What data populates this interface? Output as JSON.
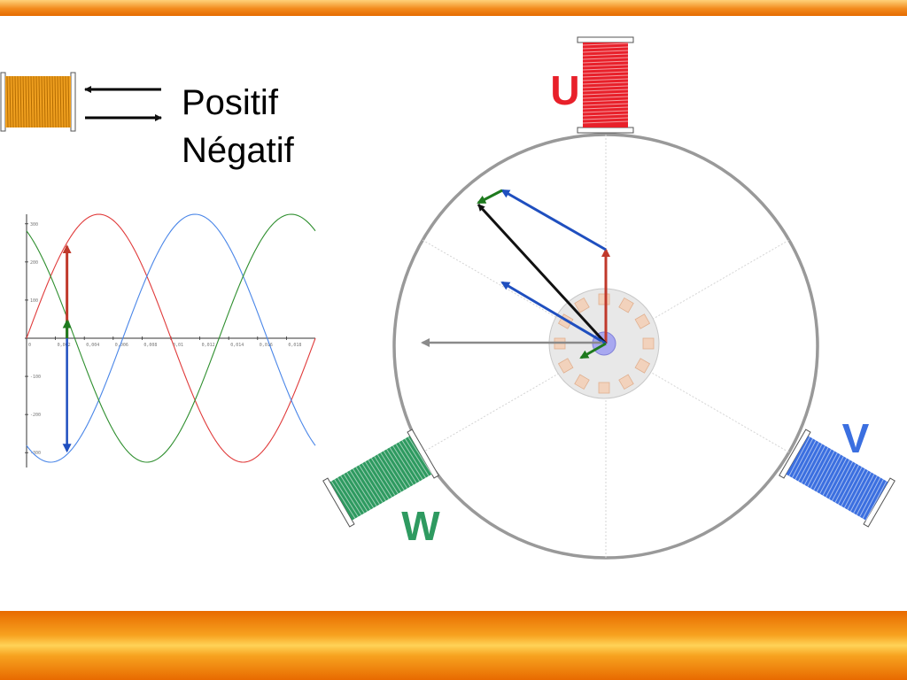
{
  "legend": {
    "positive_label": "Positif",
    "negative_label": "Négatif"
  },
  "coils": {
    "u": {
      "label": "U",
      "color": "#e8202a"
    },
    "v": {
      "label": "V",
      "color": "#3b6fe0"
    },
    "w": {
      "label": "W",
      "color": "#2e9a60"
    }
  },
  "legend_coil_color": "#f0a020",
  "chart_data": {
    "type": "line",
    "x_ticks": [
      "0",
      "0,002",
      "0,004",
      "0,006",
      "0,008",
      "0,01",
      "0,012",
      "0,014",
      "0,016",
      "0,018"
    ],
    "y_ticks": [
      "300",
      "200",
      "100",
      "-100",
      "-200",
      "-300"
    ],
    "xlim": [
      0,
      0.02
    ],
    "ylim": [
      -325,
      325
    ],
    "series": [
      {
        "color": "#e03a3a",
        "amplitude": 325,
        "phase_deg": 0,
        "frequency_hz": 50
      },
      {
        "color": "#4a86e8",
        "amplitude": 325,
        "phase_deg": -120,
        "frequency_hz": 50
      },
      {
        "color": "#2f8f2f",
        "amplitude": 325,
        "phase_deg": 120,
        "frequency_hz": 50
      }
    ],
    "marker_time": 0.0028
  },
  "vector_colors": {
    "u": "#c0392b",
    "v": "#1f4fbf",
    "w": "#1e7a1e",
    "resultant": "#111111",
    "grey": "#8a8a8a"
  }
}
